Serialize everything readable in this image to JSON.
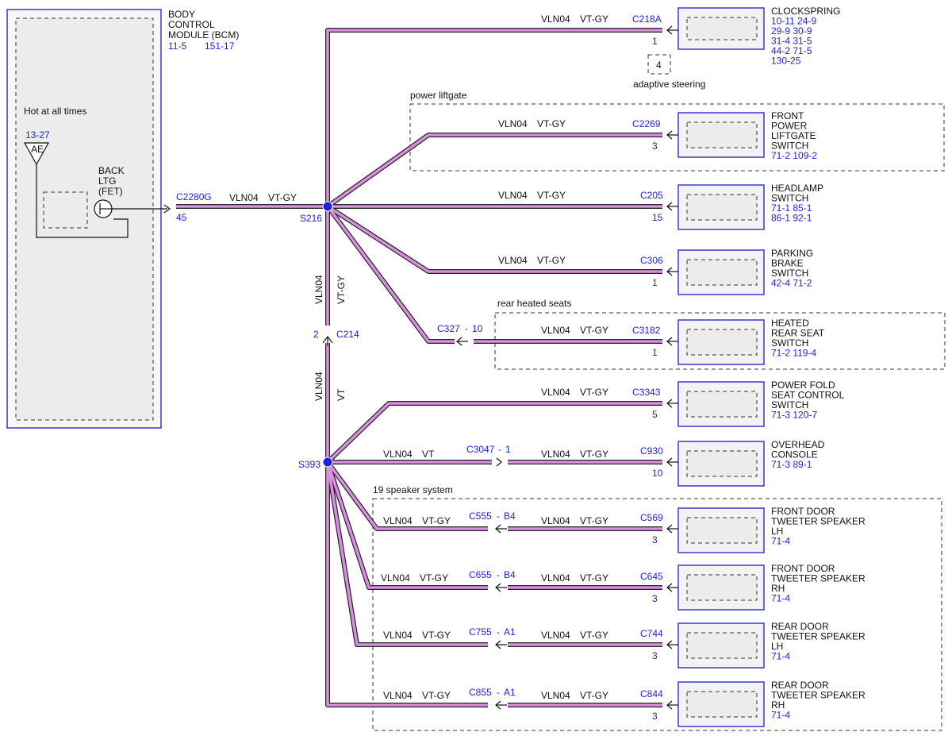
{
  "bcm": {
    "title": [
      "BODY",
      "CONTROL",
      "MODULE (BCM)"
    ],
    "refs": [
      "11-5",
      "151-17"
    ],
    "hot_label": "Hot at all times",
    "fuse_ref": "13-27",
    "fuse_label": "AE",
    "fet_label": [
      "BACK",
      "LTG",
      "(FET)"
    ],
    "out_connector": "C2280G",
    "out_pin": "45"
  },
  "wire_codes": {
    "circuit": "VLN04",
    "vt_gy": "VT-GY",
    "vt": "VT"
  },
  "splices": {
    "s216": "S216",
    "s393": "S393"
  },
  "inline": {
    "c214": "C214",
    "c214_pin": "2"
  },
  "groups": {
    "power_liftgate": "power liftgate",
    "rear_heated_seats": "rear heated seats",
    "speaker_19": "19 speaker system",
    "adaptive_steering": "adaptive steering",
    "adaptive_pin": "4"
  },
  "components": [
    {
      "name": [
        "CLOCKSPRING"
      ],
      "refs": [
        "10-11   24-9",
        "29-9    30-9",
        "31-4    31-5",
        "44-2    71-5",
        "130-25"
      ],
      "connector": "C218A",
      "pin": "1"
    },
    {
      "name": [
        "FRONT",
        "POWER",
        "LIFTGATE",
        "SWITCH"
      ],
      "refs": [
        "71-2   109-2"
      ],
      "connector": "C2269",
      "pin": "3"
    },
    {
      "name": [
        "HEADLAMP",
        "SWITCH"
      ],
      "refs": [
        "71-1   85-1",
        "86-1   92-1"
      ],
      "connector": "C205",
      "pin": "15"
    },
    {
      "name": [
        "PARKING",
        "BRAKE",
        "SWITCH"
      ],
      "refs": [
        "42-4   71-2"
      ],
      "connector": "C306",
      "pin": "1"
    },
    {
      "name": [
        "HEATED",
        "REAR SEAT",
        "SWITCH"
      ],
      "refs": [
        "71-2   119-4"
      ],
      "connector": "C3182",
      "pin": "1",
      "inline": "C327",
      "inline_pin": "10"
    },
    {
      "name": [
        "POWER FOLD",
        "SEAT CONTROL",
        "SWITCH"
      ],
      "refs": [
        "71-3   120-7"
      ],
      "connector": "C3343",
      "pin": "5"
    },
    {
      "name": [
        "OVERHEAD",
        "CONSOLE"
      ],
      "refs": [
        "71-3   89-1"
      ],
      "connector": "C930",
      "pin": "10",
      "inline": "C3047",
      "inline_pin": "1"
    },
    {
      "name": [
        "FRONT DOOR",
        "TWEETER SPEAKER",
        "LH"
      ],
      "refs": [
        "71-4"
      ],
      "connector": "C569",
      "pin": "3",
      "inline": "C555",
      "inline_pin": "B4"
    },
    {
      "name": [
        "FRONT DOOR",
        "TWEETER SPEAKER",
        "RH"
      ],
      "refs": [
        "71-4"
      ],
      "connector": "C645",
      "pin": "3",
      "inline": "C655",
      "inline_pin": "B4"
    },
    {
      "name": [
        "REAR DOOR",
        "TWEETER SPEAKER",
        "LH"
      ],
      "refs": [
        "71-4"
      ],
      "connector": "C744",
      "pin": "3",
      "inline": "C755",
      "inline_pin": "A1"
    },
    {
      "name": [
        "REAR DOOR",
        "TWEETER SPEAKER",
        "RH"
      ],
      "refs": [
        "71-4"
      ],
      "connector": "C844",
      "pin": "3",
      "inline": "C855",
      "inline_pin": "A1"
    }
  ],
  "colors": {
    "wire_fill": "#d98fe0",
    "ref_blue": "#1f1fd6",
    "splice": "#1f1fd6"
  }
}
